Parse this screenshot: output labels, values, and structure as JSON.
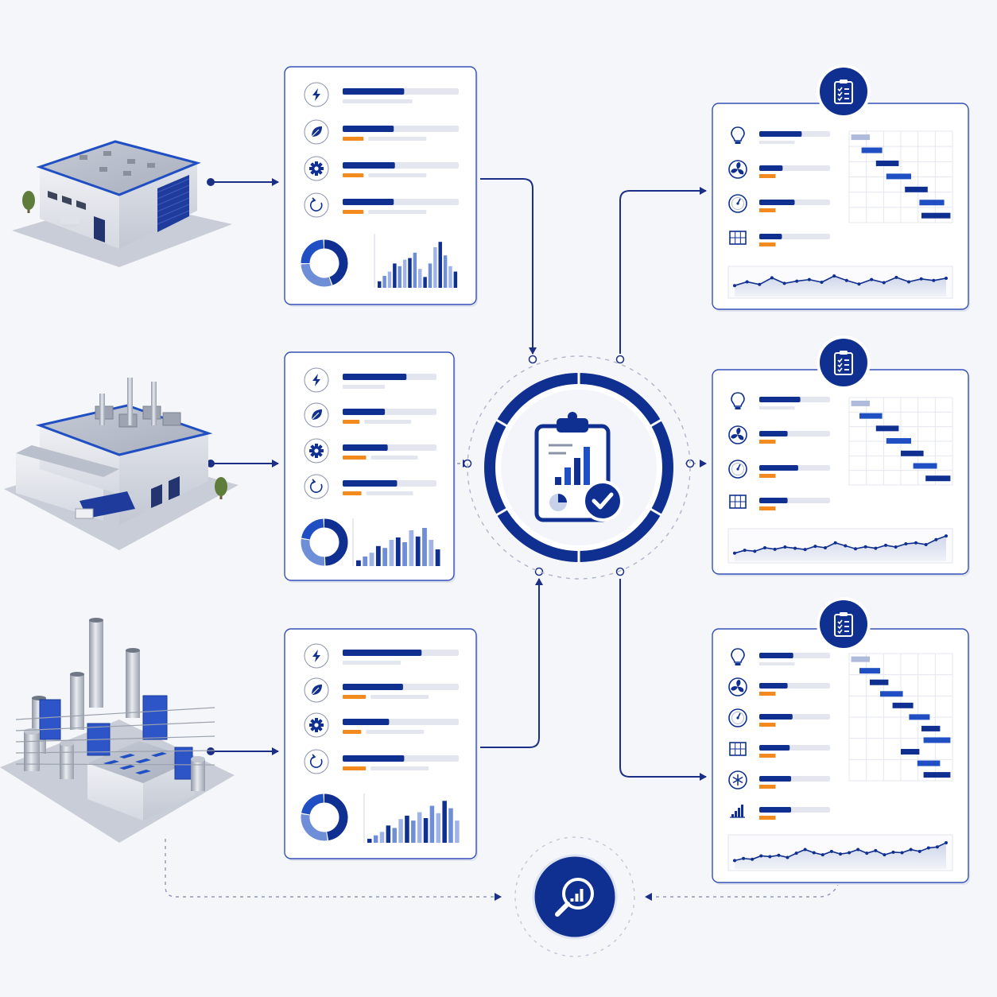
{
  "colors": {
    "navy": "#0f2f91",
    "blue": "#1f4fc2",
    "light_blue": "#6e8fd8",
    "orange": "#f28a1e",
    "track": "#e3e6ee",
    "card_border": "#3350b8",
    "background": "#f5f6fa"
  },
  "facilities": [
    {
      "kind": "warehouse",
      "metrics": [
        {
          "icon": "lightning-icon",
          "primary": 0.53,
          "secondary_grey": 0.6
        },
        {
          "icon": "leaf-icon",
          "primary": 0.44,
          "accent": 0.18
        },
        {
          "icon": "gear-icon",
          "primary": 0.45,
          "accent": 0.18
        },
        {
          "icon": "recycle-icon",
          "primary": 0.44,
          "accent": 0.18
        }
      ],
      "donut": [
        0.45,
        0.3,
        0.25
      ],
      "bars": [
        0.12,
        0.22,
        0.3,
        0.45,
        0.4,
        0.52,
        0.55,
        0.65,
        0.35,
        0.2,
        0.45,
        0.75,
        0.85,
        0.6,
        0.4,
        0.3
      ]
    },
    {
      "kind": "plant",
      "metrics": [
        {
          "icon": "lightning-icon",
          "primary": 0.68,
          "secondary_grey": 0.45
        },
        {
          "icon": "leaf-icon",
          "primary": 0.45,
          "accent": 0.18
        },
        {
          "icon": "gear-icon",
          "primary": 0.48,
          "accent": 0.25
        },
        {
          "icon": "recycle-icon",
          "primary": 0.58,
          "accent": 0.2
        }
      ],
      "donut": [
        0.5,
        0.28,
        0.22
      ],
      "bars": [
        0.12,
        0.2,
        0.28,
        0.42,
        0.38,
        0.55,
        0.6,
        0.5,
        0.75,
        0.62,
        0.8,
        0.55,
        0.35
      ]
    },
    {
      "kind": "refinery",
      "metrics": [
        {
          "icon": "lightning-icon",
          "primary": 0.68,
          "secondary_grey": 0.5
        },
        {
          "icon": "leaf-icon",
          "primary": 0.52,
          "accent": 0.2
        },
        {
          "icon": "gear-icon",
          "primary": 0.4,
          "accent": 0.16
        },
        {
          "icon": "recycle-icon",
          "primary": 0.53,
          "accent": 0.2
        }
      ],
      "donut": [
        0.48,
        0.3,
        0.22
      ],
      "bars": [
        0.08,
        0.15,
        0.22,
        0.35,
        0.3,
        0.48,
        0.55,
        0.45,
        0.62,
        0.5,
        0.75,
        0.6,
        0.85,
        0.7,
        0.45
      ]
    }
  ],
  "hub": {
    "icon": "clipboard-check-icon"
  },
  "reports": [
    {
      "badge_icon": "checklist-icon",
      "rows": [
        {
          "icon": "lightbulb-icon",
          "primary": 0.6,
          "accent": 0
        },
        {
          "icon": "fan-icon",
          "primary": 0.33,
          "accent": 0.23
        },
        {
          "icon": "gauge-icon",
          "primary": 0.5,
          "accent": 0.23
        },
        {
          "icon": "solar-panel-icon",
          "primary": 0.32,
          "accent": 0.23
        }
      ],
      "gantt": [
        [
          0.02,
          0.2
        ],
        [
          0.12,
          0.32
        ],
        [
          0.26,
          0.48
        ],
        [
          0.36,
          0.6
        ],
        [
          0.54,
          0.76
        ],
        [
          0.68,
          0.92
        ],
        [
          0.7,
          0.98
        ]
      ],
      "line": [
        0.35,
        0.52,
        0.4,
        0.7,
        0.45,
        0.55,
        0.62,
        0.5,
        0.78,
        0.58,
        0.42,
        0.62,
        0.48,
        0.72,
        0.52,
        0.65,
        0.58,
        0.68
      ]
    },
    {
      "badge_icon": "checklist-icon",
      "rows": [
        {
          "icon": "lightbulb-icon",
          "primary": 0.58,
          "accent": 0
        },
        {
          "icon": "fan-icon",
          "primary": 0.4,
          "accent": 0.23
        },
        {
          "icon": "gauge-icon",
          "primary": 0.55,
          "accent": 0.23
        },
        {
          "icon": "solar-panel-icon",
          "primary": 0.4,
          "accent": 0.23
        }
      ],
      "gantt": [
        [
          0.02,
          0.2
        ],
        [
          0.1,
          0.32
        ],
        [
          0.26,
          0.48
        ],
        [
          0.36,
          0.6
        ],
        [
          0.5,
          0.72
        ],
        [
          0.62,
          0.85
        ],
        [
          0.74,
          0.98
        ]
      ],
      "line": [
        0.2,
        0.32,
        0.28,
        0.42,
        0.36,
        0.45,
        0.4,
        0.35,
        0.48,
        0.42,
        0.62,
        0.5,
        0.38,
        0.46,
        0.4,
        0.52,
        0.45,
        0.58,
        0.62,
        0.55,
        0.75,
        0.9
      ]
    },
    {
      "badge_icon": "checklist-icon",
      "rows": [
        {
          "icon": "lightbulb-icon",
          "primary": 0.48,
          "accent": 0
        },
        {
          "icon": "fan-icon",
          "primary": 0.4,
          "accent": 0.23
        },
        {
          "icon": "gauge-icon",
          "primary": 0.47,
          "accent": 0.23
        },
        {
          "icon": "solar-panel-icon",
          "primary": 0.43,
          "accent": 0.23
        },
        {
          "icon": "snowflake-icon",
          "primary": 0.45,
          "accent": 0.23
        },
        {
          "icon": "bar-chart-icon",
          "primary": 0.45,
          "accent": 0.23
        }
      ],
      "gantt": [
        [
          0.02,
          0.2
        ],
        [
          0.1,
          0.3
        ],
        [
          0.2,
          0.38
        ],
        [
          0.3,
          0.52
        ],
        [
          0.42,
          0.62
        ],
        [
          0.58,
          0.78
        ],
        [
          0.7,
          0.88
        ],
        [
          0.72,
          0.98
        ],
        [
          0.5,
          0.68
        ],
        [
          0.66,
          0.88
        ],
        [
          0.72,
          0.98
        ]
      ],
      "line": [
        0.2,
        0.28,
        0.25,
        0.38,
        0.35,
        0.4,
        0.32,
        0.48,
        0.62,
        0.5,
        0.42,
        0.55,
        0.45,
        0.5,
        0.62,
        0.48,
        0.58,
        0.42,
        0.52,
        0.5,
        0.62,
        0.55,
        0.68,
        0.72,
        0.88
      ]
    }
  ],
  "audit": {
    "icon": "magnifier-chart-icon"
  }
}
